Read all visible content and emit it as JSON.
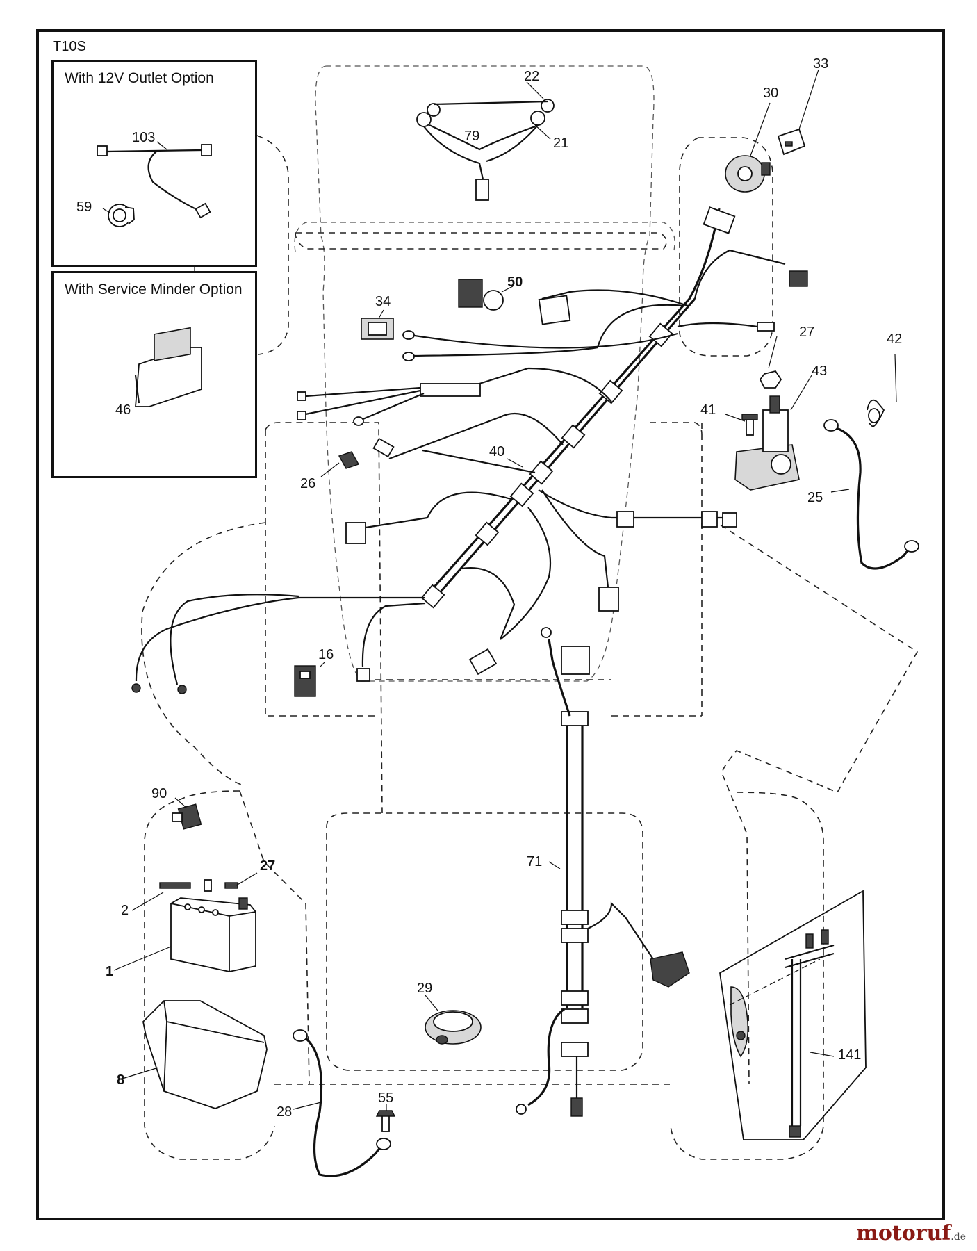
{
  "sheet_id": "T10S",
  "options": {
    "outlet_title": "With 12V Outlet Option",
    "minder_title": "With Service Minder Option"
  },
  "labels": {
    "p103": "103",
    "p59": "59",
    "p46": "46",
    "p22": "22",
    "p79": "79",
    "p21": "21",
    "p30": "30",
    "p33": "33",
    "p50": "50",
    "p34": "34",
    "p27a": "27",
    "p42": "42",
    "p43": "43",
    "p41": "41",
    "p40": "40",
    "p26": "26",
    "p25": "25",
    "p16": "16",
    "p90": "90",
    "p27b": "27",
    "p2": "2",
    "p1": "1",
    "p8": "8",
    "p71": "71",
    "p29": "29",
    "p28": "28",
    "p55": "55",
    "p141": "141"
  },
  "brand": {
    "name": "motoruf",
    "suffix": ".de"
  }
}
